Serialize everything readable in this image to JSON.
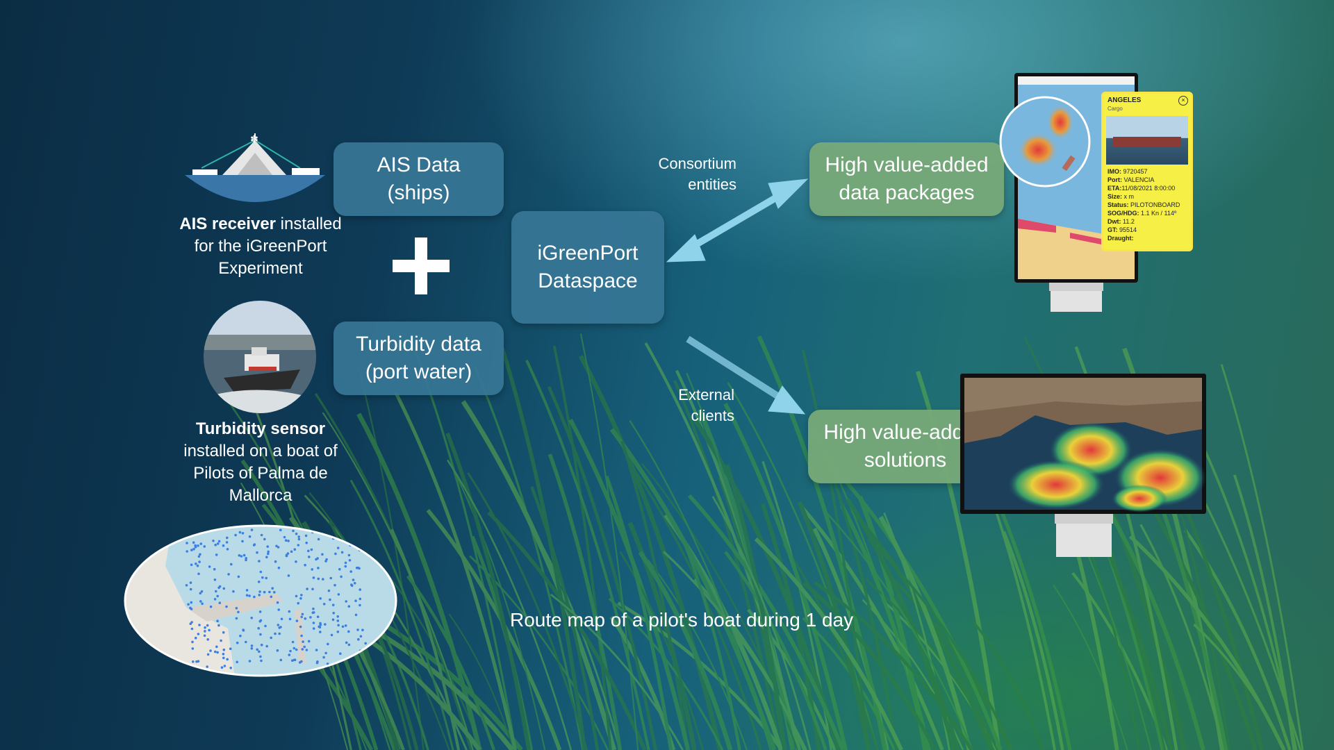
{
  "sources": {
    "ais_data_label": "AIS Data\n(ships)",
    "turbidity_data_label": "Turbidity data\n(port water)"
  },
  "ais_receiver": {
    "title": "AIS receiver",
    "description_line1": " installed",
    "description_line2": "for the iGreenPort",
    "description_line3": "Experiment"
  },
  "turbidity_sensor": {
    "title": "Turbidity sensor",
    "description_line1": "installed on a boat of",
    "description_line2": "Pilots of Palma de",
    "description_line3": "Mallorca"
  },
  "dataspace": {
    "label": "iGreenPort\nDataspace"
  },
  "outputs": {
    "data_packages_label": "High value-added\ndata packages",
    "solutions_label": "High value-added\nsolutions"
  },
  "edges": {
    "consortium_label_line1": "Consortium",
    "consortium_label_line2": "entities",
    "external_label_line1": "External",
    "external_label_line2": "clients"
  },
  "route_map": {
    "caption": "Route map of a pilot's boat during 1 day"
  },
  "vessel_popup": {
    "name": "ANGELES",
    "type": "Cargo",
    "imo_label": "IMO:",
    "imo_value": "9720457",
    "port_label": "Port:",
    "port_value": "VALENCIA",
    "eta_label": "ETA:",
    "eta_value": "11/08/2021 8:00:00",
    "size_label": "Size:",
    "size_value": "x m",
    "status_label": "Status:",
    "status_value": "PILOTONBOARD",
    "soghdg_label": "SOG/HDG:",
    "soghdg_value": "1.1 Kn / 114º",
    "dwt_label": "Dwt:",
    "dwt_value": "11.2",
    "gt_label": "GT:",
    "gt_value": "95514",
    "draught_label": "Draught:"
  },
  "colors": {
    "box_blue": "#3776a0",
    "box_green": "#7aab7a",
    "arrow": "#8fd3ea",
    "popup_yellow": "#f6ef45"
  },
  "icons": {
    "plus": "plus-icon",
    "antenna": "antenna-icon",
    "boat": "pilot-boat-icon",
    "monitor": "monitor-icon"
  }
}
